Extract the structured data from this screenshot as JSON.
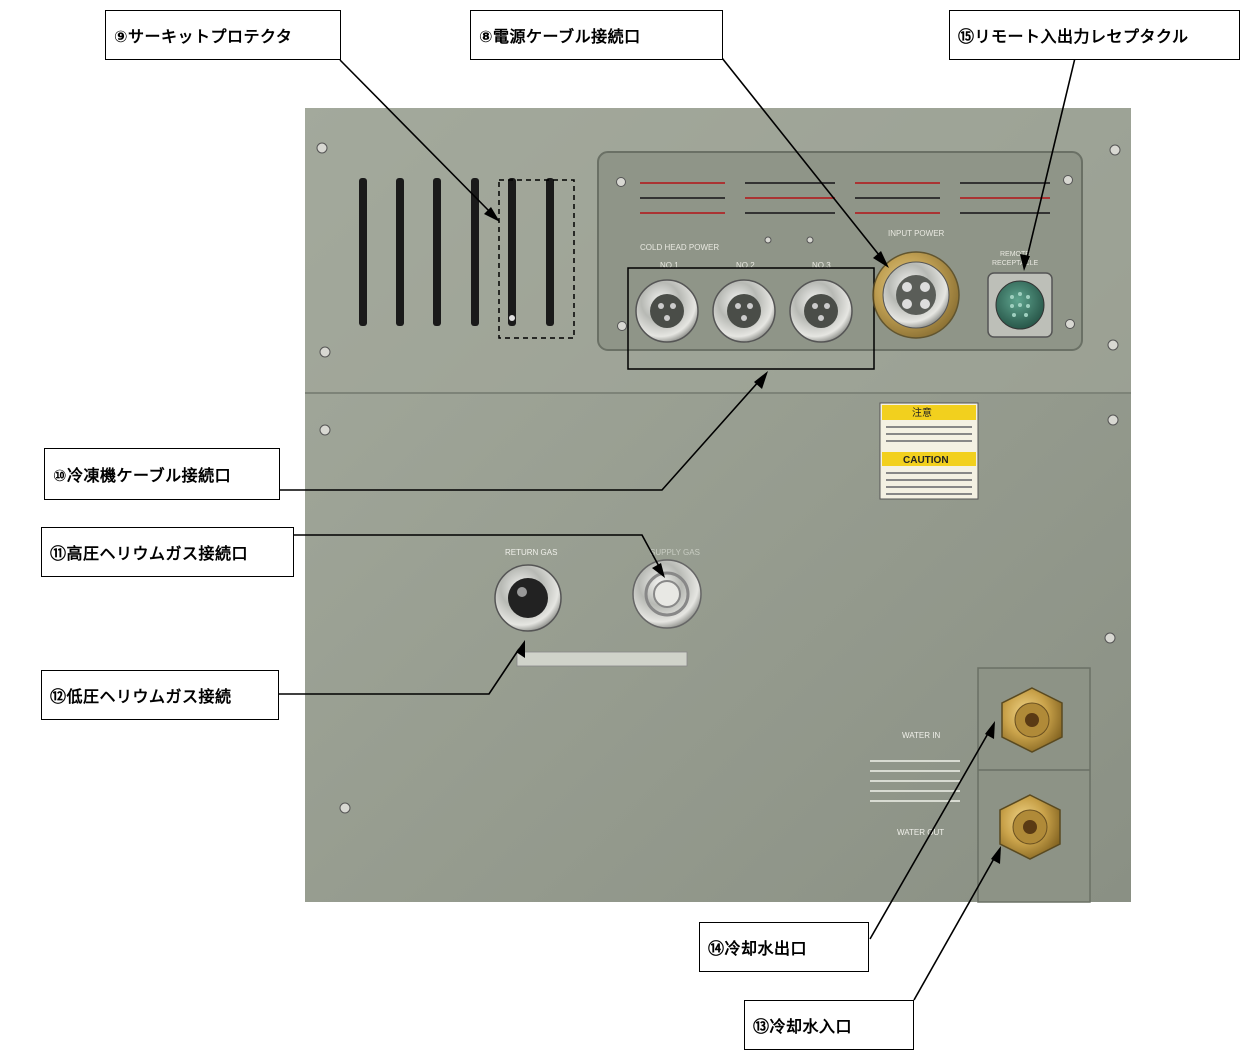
{
  "callouts": {
    "circuit_protector": "⑨サーキットプロテクタ",
    "power_cable_port": "⑧電源ケーブル接続口",
    "remote_io_receptacle": "⑮リモート入出力レセプタクル",
    "cryo_cable_port": "⑩冷凍機ケーブル接続口",
    "high_pressure_gas_port": "⑪高圧ヘリウムガス接続口",
    "low_pressure_gas_port": "⑫低圧ヘリウムガス接続",
    "cooling_water_outlet": "⑭冷却水出口",
    "cooling_water_inlet": "⑬冷却水入口"
  },
  "panel_labels": {
    "cold_head_power": "COLD HEAD POWER",
    "no1": "NO.1",
    "no2": "NO.2",
    "no3": "NO.3",
    "input_power": "INPUT POWER",
    "remote": "REMOTE",
    "receptacle": "RECEPTACLE",
    "return_gas": "RETURN GAS",
    "supply_gas": "SUPPLY GAS",
    "water_in": "WATER IN",
    "water_out": "WATER OUT"
  },
  "warning": {
    "jp_title": "注意",
    "caution": "CAUTION"
  },
  "colors": {
    "panel": "#9aa093",
    "panel_dark": "#7d8378",
    "brass": "#c9a24a",
    "warning_yellow": "#f2d01e",
    "receptacle_green": "#2f6b5a"
  }
}
